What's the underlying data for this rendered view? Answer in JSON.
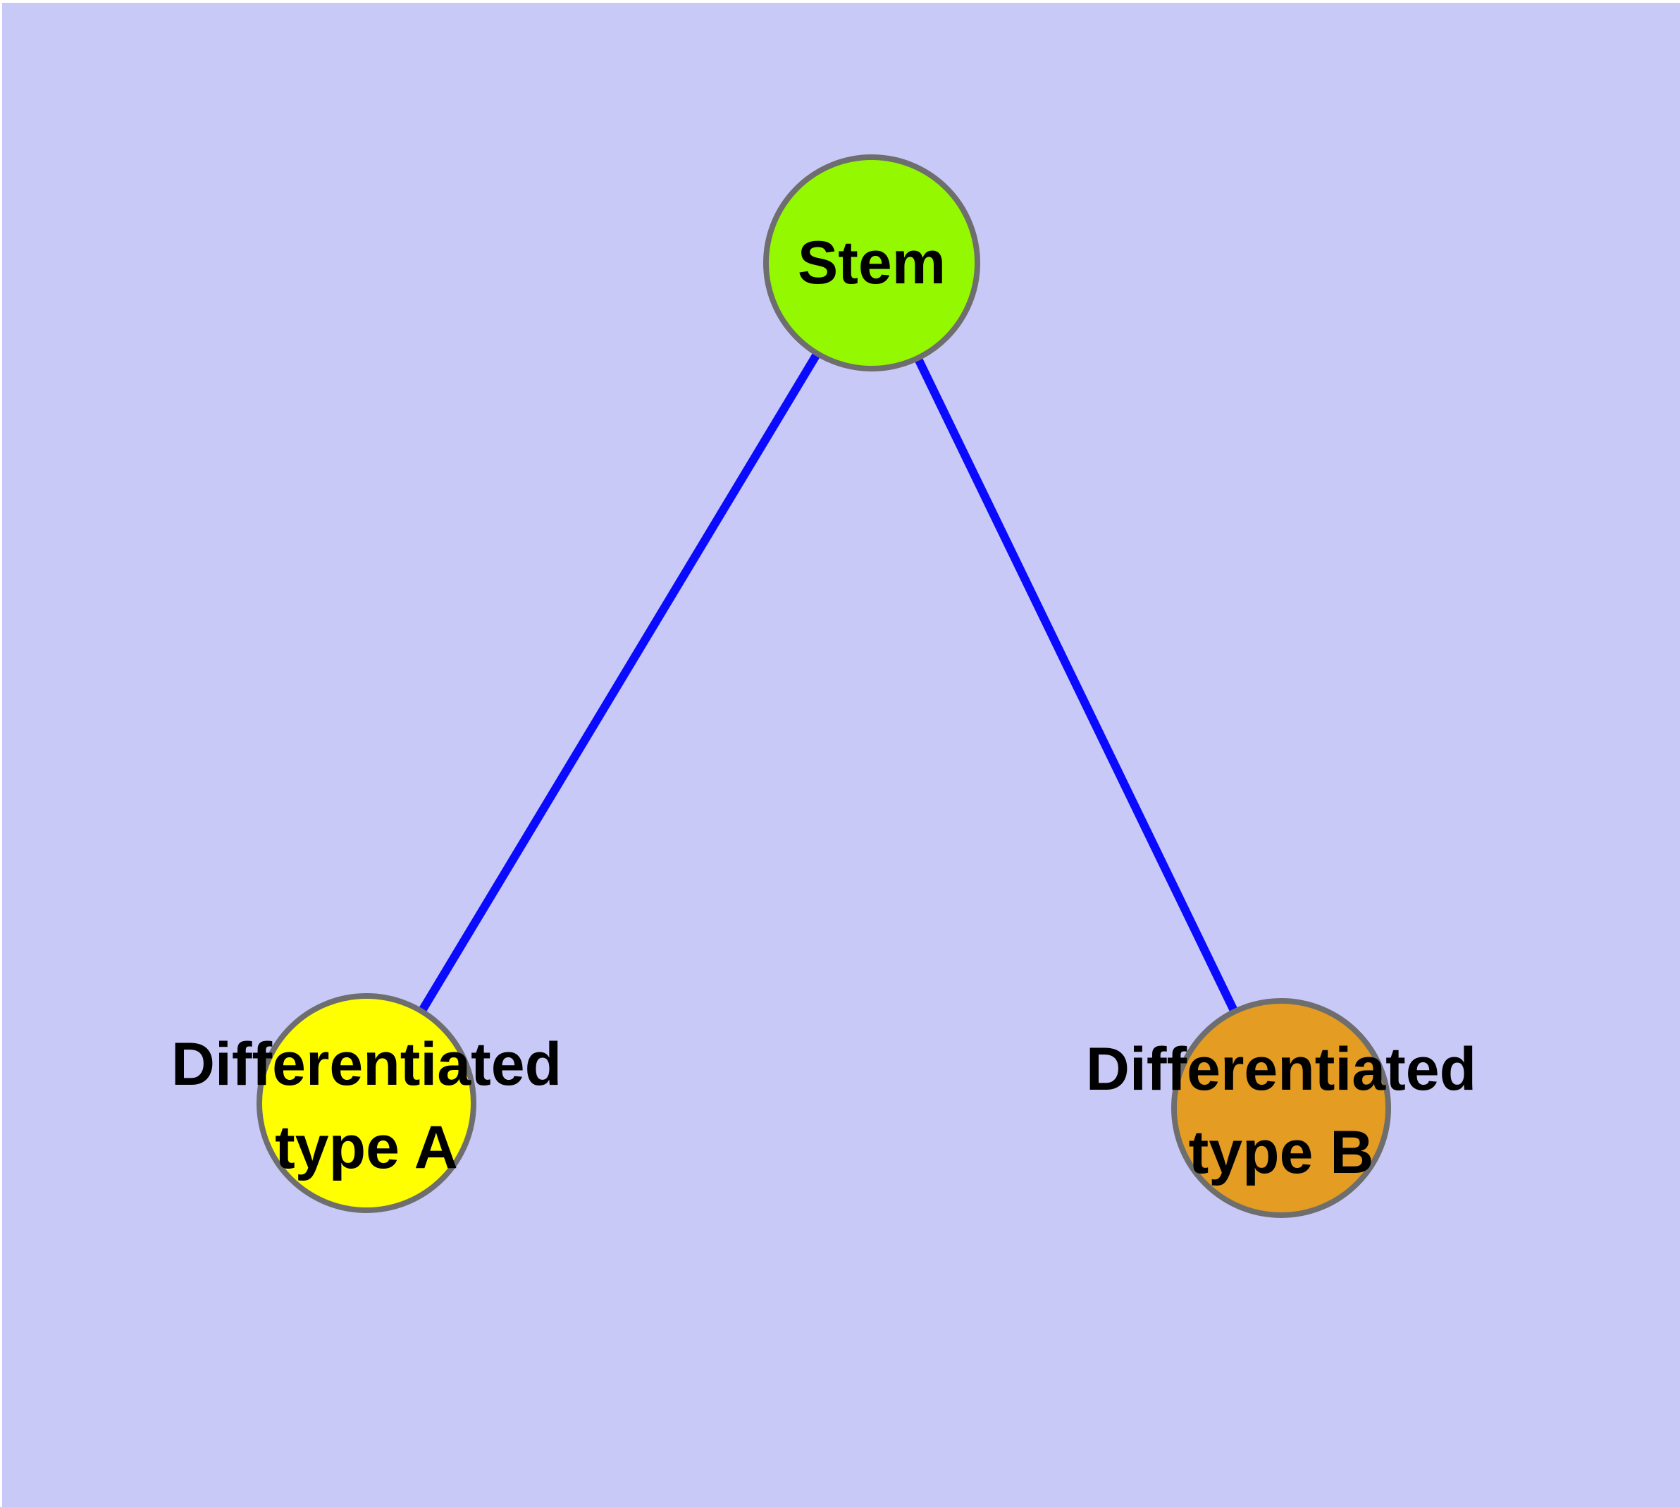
{
  "diagram": {
    "kind": "node-link-graph",
    "background_color": "#C9C9F8",
    "edge_color": "#0A0AFF",
    "node_border_color": "#6E6E6E",
    "label_color": "#000000",
    "nodes": {
      "stem": {
        "label": "Stem",
        "fill_color": "#94F900"
      },
      "type_a": {
        "label_line1": "Differentiated",
        "label_line2": "type A",
        "fill_color": "#FFFF00"
      },
      "type_b": {
        "label_line1": "Differentiated",
        "label_line2": "type B",
        "fill_color": "#E49C22"
      }
    },
    "edges": [
      {
        "from": "Stem",
        "to": "Differentiated type A"
      },
      {
        "from": "Stem",
        "to": "Differentiated type B"
      }
    ]
  }
}
